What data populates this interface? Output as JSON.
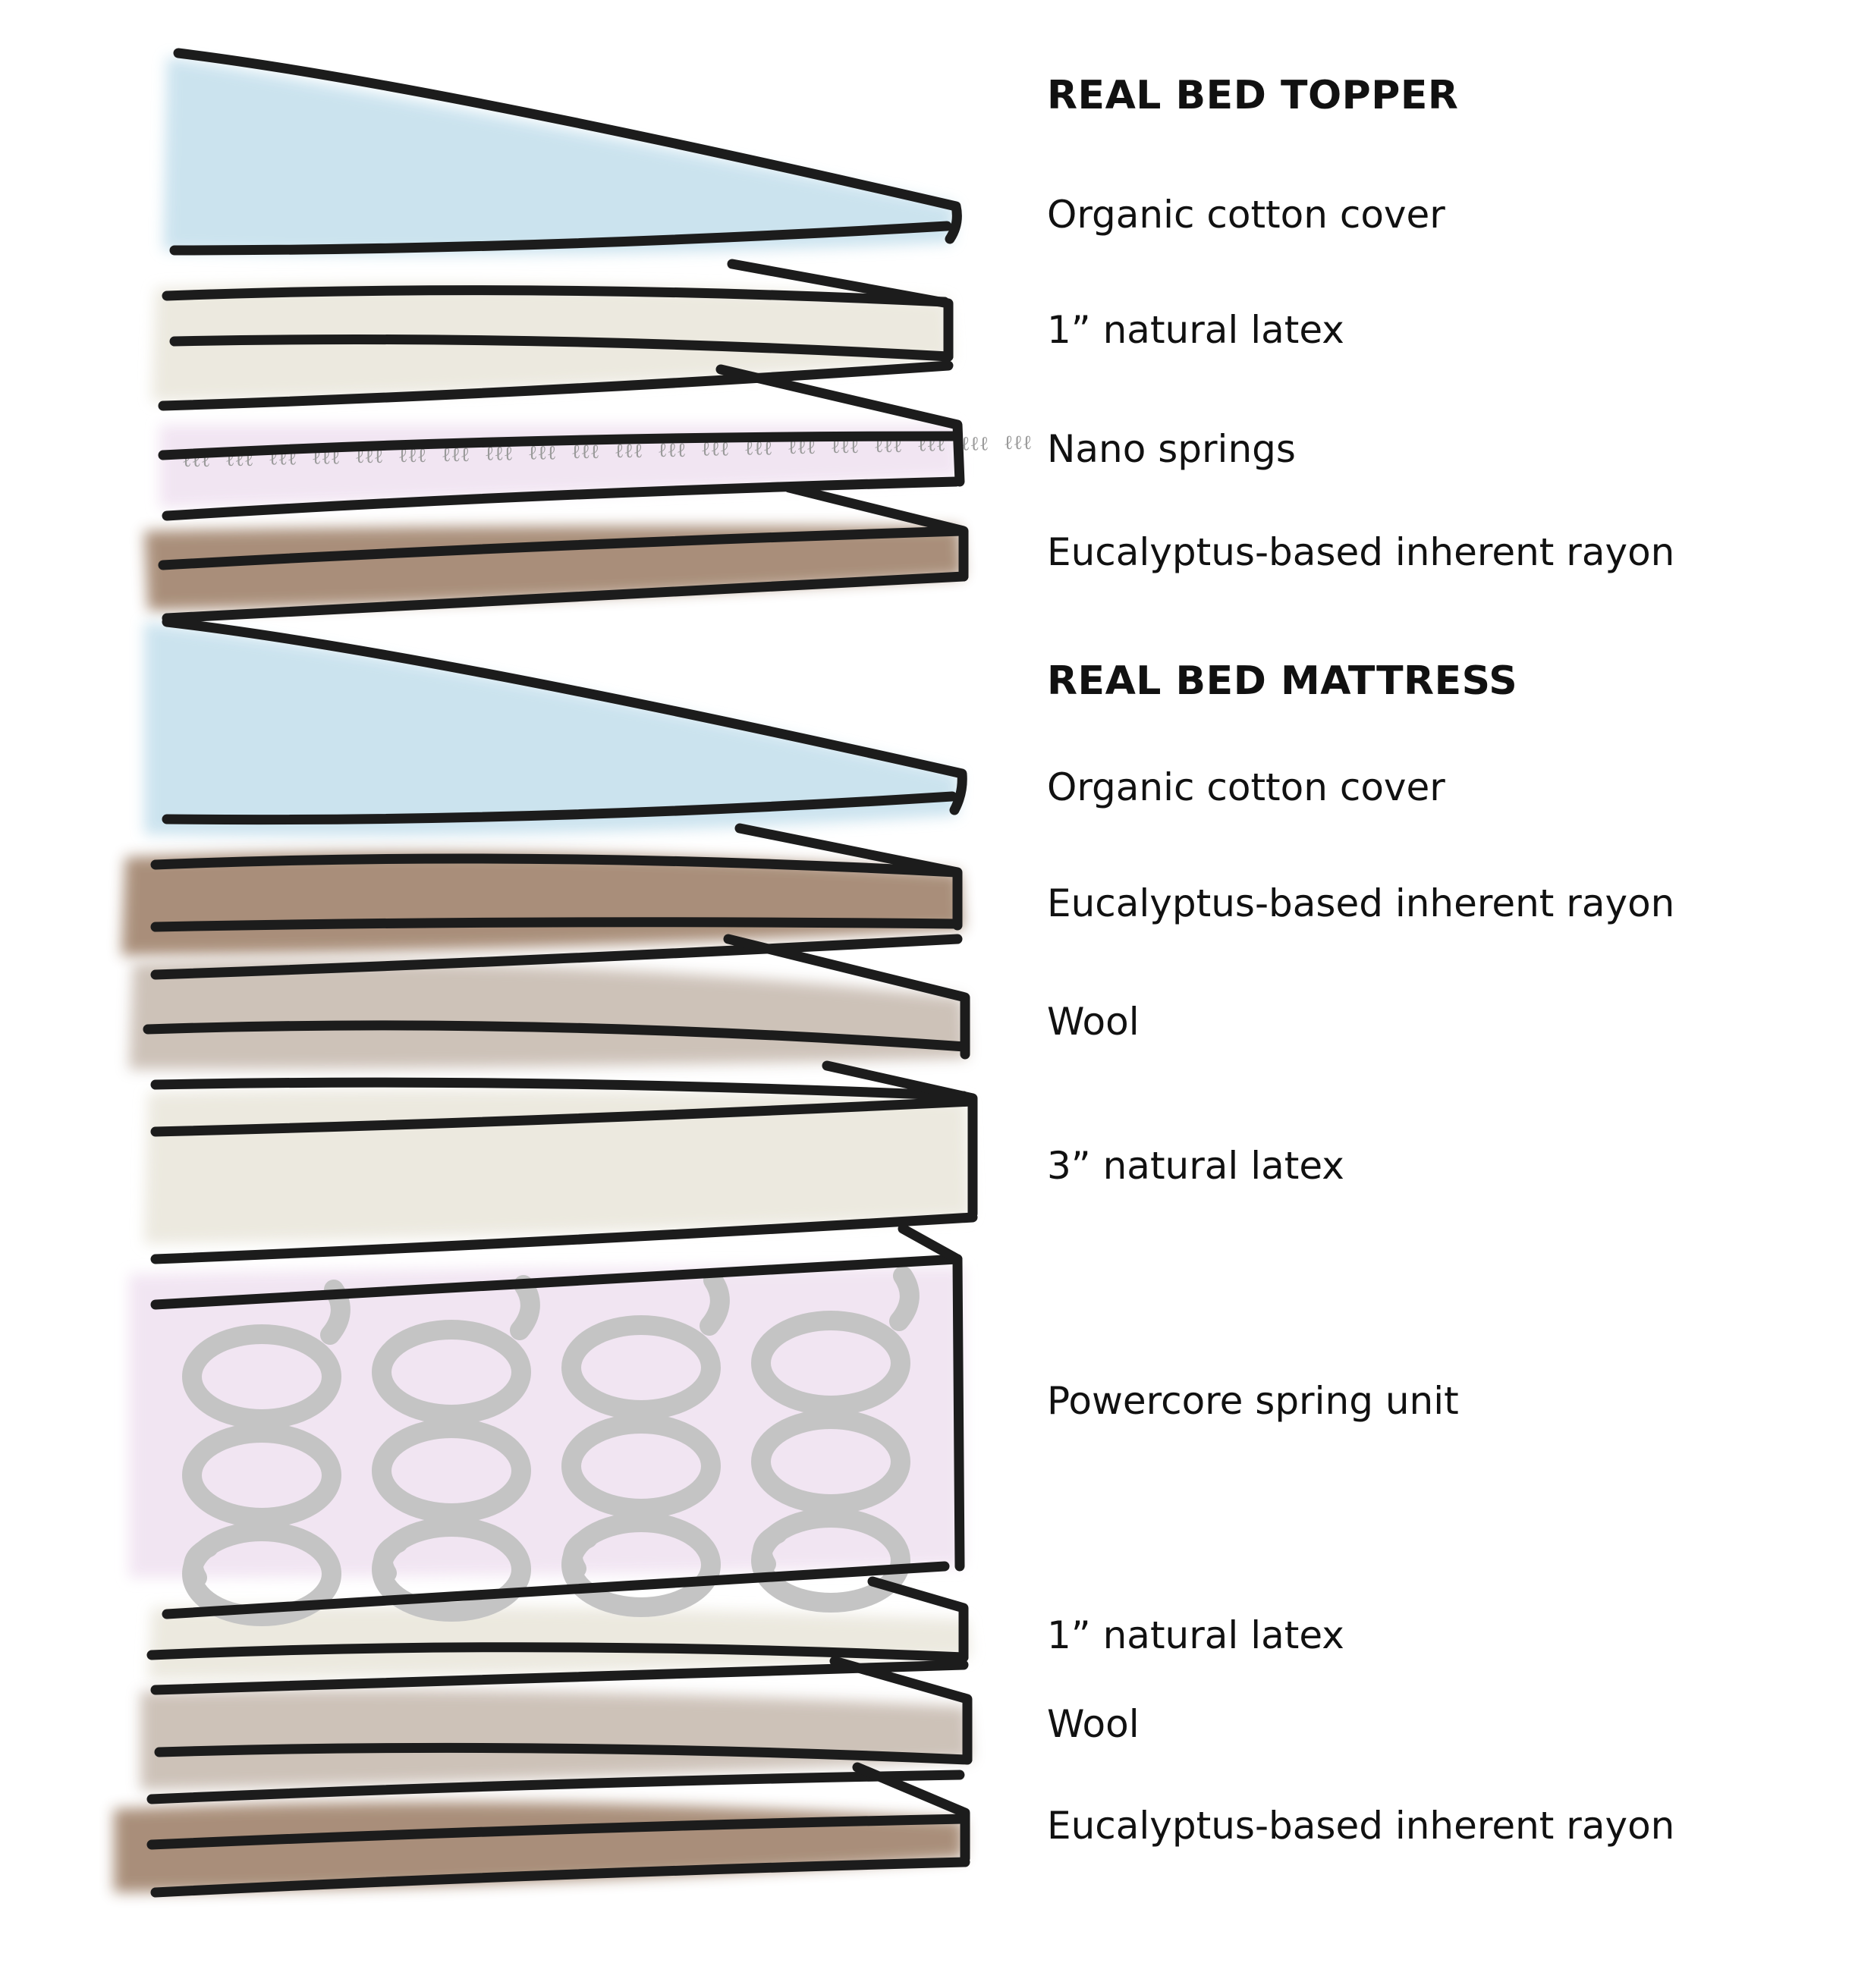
{
  "colors": {
    "cover_blue": "#c9e2ee",
    "latex_cream": "#ebe8de",
    "spring_pink": "#f1e4f2",
    "rayon_brown": "#a58973",
    "wool_taupe": "#cbbfb5",
    "coil_gray": "#c4c4c4",
    "outline": "#1c1c1c"
  },
  "topper": {
    "heading": "REAL BED TOPPER",
    "layers": [
      {
        "label": "Organic cotton cover",
        "material": "cover",
        "icon": "wedge-cover-icon"
      },
      {
        "label": "1” natural latex",
        "material": "latex",
        "icon": "latex-slab-icon"
      },
      {
        "label": "Nano springs",
        "material": "nano-springs",
        "icon": "nano-spring-icon"
      },
      {
        "label": "Eucalyptus-based inherent rayon",
        "material": "rayon",
        "icon": "rayon-slab-icon"
      }
    ]
  },
  "mattress": {
    "heading": "REAL BED MATTRESS",
    "layers": [
      {
        "label": "Organic cotton cover",
        "material": "cover",
        "icon": "wedge-cover-icon"
      },
      {
        "label": "Eucalyptus-based inherent rayon",
        "material": "rayon",
        "icon": "rayon-slab-icon"
      },
      {
        "label": "Wool",
        "material": "wool",
        "icon": "wool-slab-icon"
      },
      {
        "label": "3” natural latex",
        "material": "latex",
        "icon": "latex-slab-icon"
      },
      {
        "label": "Powercore spring unit",
        "material": "coil-springs",
        "icon": "coil-spring-icon"
      },
      {
        "label": "1” natural latex",
        "material": "latex",
        "icon": "latex-slab-icon"
      },
      {
        "label": "Wool",
        "material": "wool",
        "icon": "wool-slab-icon"
      },
      {
        "label": "Eucalyptus-based inherent rayon",
        "material": "rayon",
        "icon": "rayon-slab-icon"
      }
    ]
  }
}
